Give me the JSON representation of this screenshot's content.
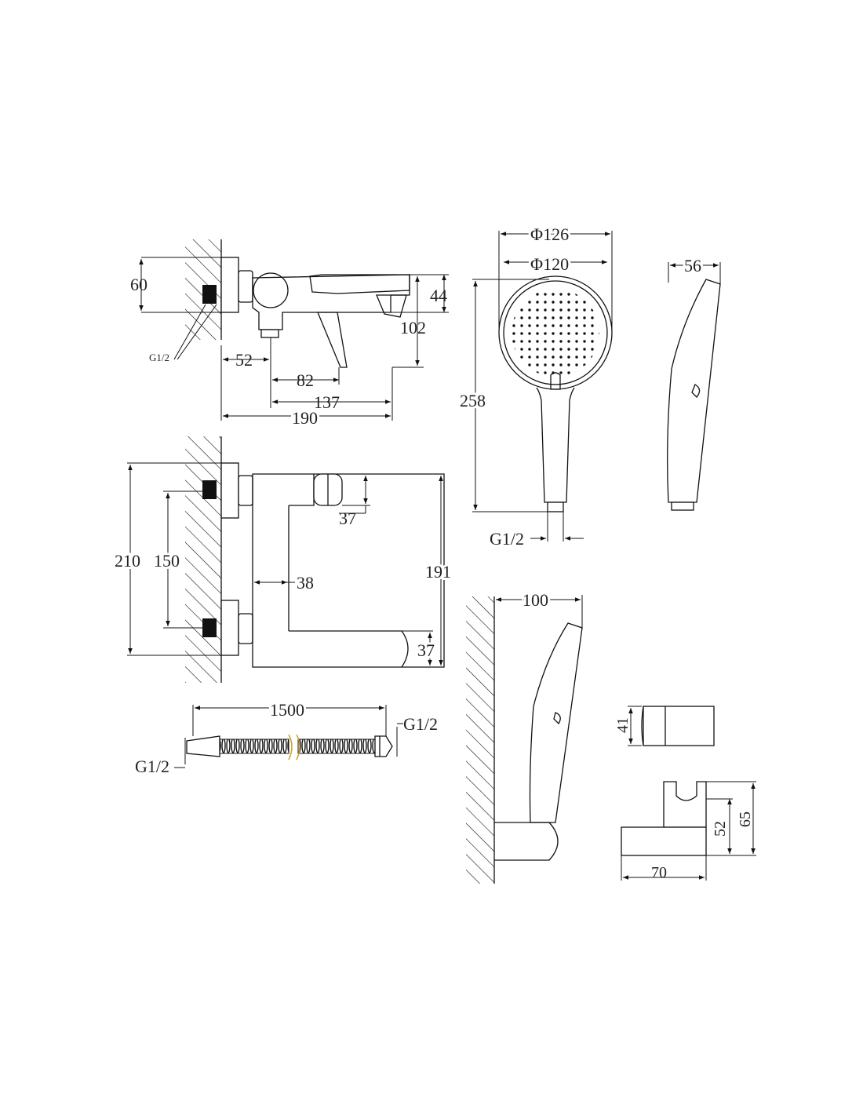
{
  "drawing": {
    "faucet_side": {
      "d_60": "60",
      "d_44": "44",
      "d_102": "102",
      "thread": "G1/2",
      "d_52": "52",
      "d_82": "82",
      "d_137": "137",
      "d_190": "190"
    },
    "faucet_top": {
      "d_210": "210",
      "d_150": "150",
      "d_38": "38",
      "d_37a": "37",
      "d_191": "191",
      "d_37b": "37"
    },
    "hose": {
      "d_1500": "1500",
      "thread_left": "G1/2",
      "thread_right": "G1/2"
    },
    "handshower_front": {
      "d_126": "Φ126",
      "d_120": "Φ120",
      "d_258": "258",
      "thread": "G1/2"
    },
    "handshower_side": {
      "d_56": "56"
    },
    "mounted": {
      "d_100": "100"
    },
    "holder": {
      "d_41": "41",
      "d_52": "52",
      "d_65": "65",
      "d_70": "70"
    }
  }
}
